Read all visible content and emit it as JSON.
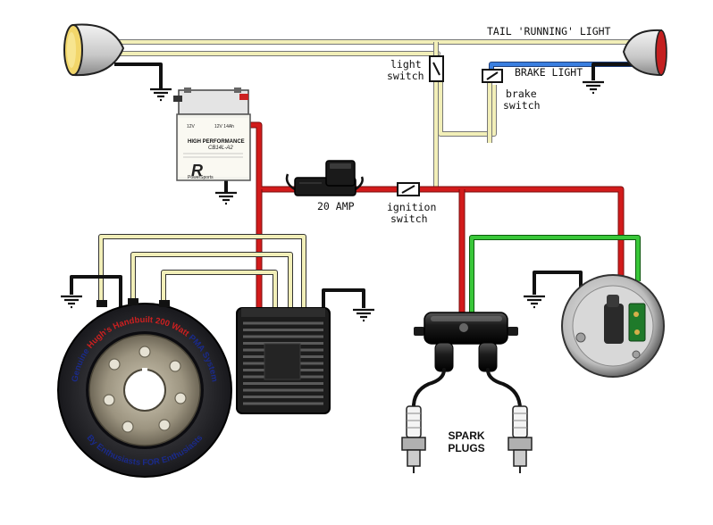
{
  "labels": {
    "tail_running_light": "TAIL 'RUNNING' LIGHT",
    "light_switch_1": "light",
    "light_switch_2": "switch",
    "brake_light": "BRAKE LIGHT",
    "brake_switch_1": "brake",
    "brake_switch_2": "switch",
    "fuse": "20 AMP",
    "ignition_switch_1": "ignition",
    "ignition_switch_2": "switch",
    "spark_plugs_1": "SPARK",
    "spark_plugs_2": "PLUGS"
  },
  "battery": {
    "brand": "HIGH PERFORMANCE",
    "model": "CB14L-A2",
    "small_text_1": "12V",
    "small_text_2": "12V 14Ah",
    "logo": "PowerSports"
  },
  "stator": {
    "ring_text_top_1": "Genuine ",
    "ring_text_top_2": "Hugh's Handbuilt",
    "ring_text_top_3": " 200 Watt",
    "ring_text_top_4": " PMA System",
    "ring_text_bottom": "By Enthusiasts FOR Enthusiasts"
  },
  "colors": {
    "red_wire": "#d01818",
    "green_wire": "#2fbf2f",
    "blue_wire": "#2f6fd8",
    "cream_wire": "#f2efb8",
    "black_wire": "#111111",
    "ring_highlight": "#cc2020",
    "ring_text": "#1a2a8a"
  },
  "icons": {
    "headlight": "headlight-icon",
    "taillight": "taillight-icon",
    "battery": "battery-icon",
    "fuse": "fuse-icon",
    "regulator": "regulator-rectifier-icon",
    "stator": "stator-rotor-icon",
    "coil": "ignition-coil-icon",
    "spark_plug": "spark-plug-icon",
    "points": "ignition-points-icon",
    "ground": "ground-icon",
    "switch": "switch-icon"
  }
}
